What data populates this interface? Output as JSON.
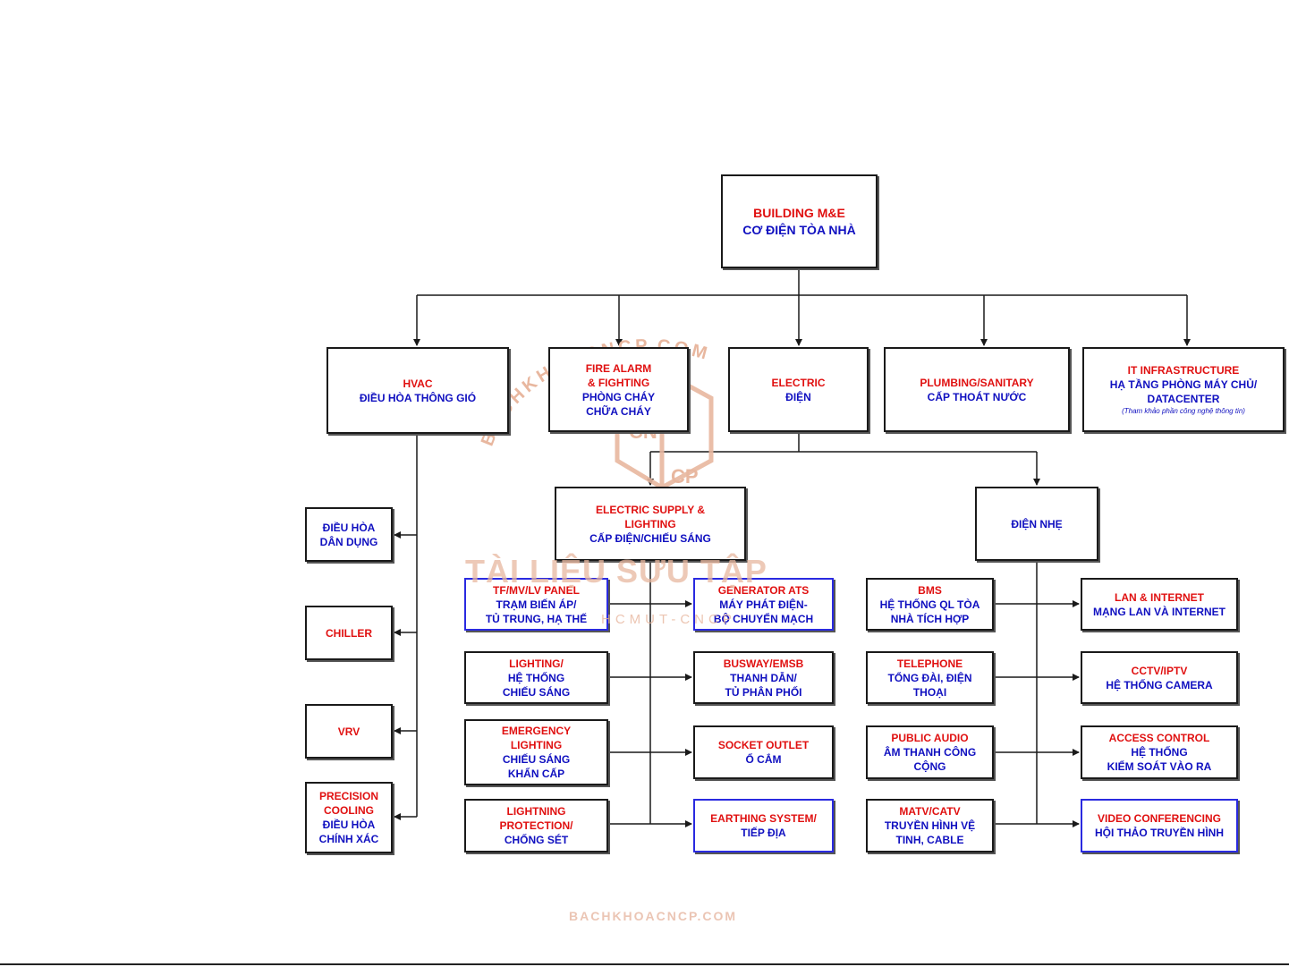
{
  "root": {
    "en": "BUILDING M&E",
    "vi": "CƠ ĐIỆN TÒA NHÀ"
  },
  "level1": {
    "hvac": {
      "en": "HVAC",
      "vi": "ĐIỀU HÒA THÔNG GIÓ"
    },
    "fire": {
      "en1": "FIRE ALARM",
      "en2": "& FIGHTING",
      "vi1": "PHÒNG CHÁY",
      "vi2": "CHỮA CHÁY"
    },
    "electric": {
      "en": "ELECTRIC",
      "vi": "ĐIỆN"
    },
    "plumbing": {
      "en": "PLUMBING/SANITARY",
      "vi": "CẤP THOÁT NƯỚC"
    },
    "it": {
      "en": "IT INFRASTRUCTURE",
      "vi1": "HẠ TẦNG PHÒNG MÁY CHỦ/",
      "vi2": "DATACENTER",
      "note": "(Tham khảo phần công nghệ thông tin)"
    }
  },
  "hvac_children": {
    "dan_dung": {
      "vi1": "ĐIỀU HÒA",
      "vi2": "DÂN DỤNG"
    },
    "chiller": {
      "en": "CHILLER"
    },
    "vrv": {
      "en": "VRV"
    },
    "precision": {
      "en1": "PRECISION",
      "en2": "COOLING",
      "vi1": "ĐIỀU HÒA",
      "vi2": "CHÍNH XÁC"
    }
  },
  "electric_supply": {
    "en1": "ELECTRIC SUPPLY &",
    "en2": "LIGHTING",
    "vi": "CẤP ĐIỆN/CHIẾU SÁNG"
  },
  "dien_nhe": {
    "vi": "ĐIỆN NHẸ"
  },
  "supply_left": [
    {
      "en": "TF/MV/LV PANEL",
      "vi1": "TRẠM BIẾN ÁP/",
      "vi2": "TỦ TRUNG, HẠ THẾ"
    },
    {
      "en": "LIGHTING/",
      "vi1": "HỆ THỐNG",
      "vi2": "CHIẾU SÁNG"
    },
    {
      "en1": "EMERGENCY",
      "en2": "LIGHTING",
      "vi1": "CHIẾU SÁNG",
      "vi2": "KHẨN CẤP"
    },
    {
      "en1": "LIGHTNING",
      "en2": "PROTECTION/",
      "vi": "CHỐNG SÉT"
    }
  ],
  "supply_right": [
    {
      "en": "GENERATOR ATS",
      "vi1": "MÁY PHÁT ĐIỆN-",
      "vi2": "BỘ CHUYỂN MẠCH"
    },
    {
      "en": "BUSWAY/EMSB",
      "vi1": "THANH DẪN/",
      "vi2": "TỦ PHÂN PHỐI"
    },
    {
      "en": "SOCKET OUTLET",
      "vi": "Ổ CẮM"
    },
    {
      "en": "EARTHING SYSTEM/",
      "vi": "TIẾP ĐỊA"
    }
  ],
  "lv_left": [
    {
      "en": "BMS",
      "vi1": "HỆ THỐNG QL TÒA",
      "vi2": "NHÀ TÍCH HỢP"
    },
    {
      "en": "TELEPHONE",
      "vi1": "TỔNG ĐÀI, ĐIỆN",
      "vi2": "THOẠI"
    },
    {
      "en": "PUBLIC AUDIO",
      "vi1": "ÂM THANH CÔNG",
      "vi2": "CỘNG"
    },
    {
      "en": "MATV/CATV",
      "vi1": "TRUYỀN HÌNH VỆ",
      "vi2": "TINH, CABLE"
    }
  ],
  "lv_right": [
    {
      "en": "LAN & INTERNET",
      "vi": "MẠNG LAN VÀ INTERNET"
    },
    {
      "en": "CCTV/IPTV",
      "vi": "HỆ THỐNG CAMERA"
    },
    {
      "en": "ACCESS CONTROL",
      "vi1": "HỆ THỐNG",
      "vi2": "KIỂM SOÁT VÀO RA"
    },
    {
      "en": "VIDEO CONFERENCING",
      "vi": "HỘI THẢO TRUYỀN HÌNH"
    }
  ],
  "watermark": {
    "arc": "BACHKHOACNCP.COM",
    "logo_cn": "CN",
    "logo_cp": "CP",
    "center": "TÀI LIỆU SƯU TẬP",
    "sub": "HCMUT-CNCP",
    "footer": "BACHKHOACNCP.COM"
  },
  "colors": {
    "en_text": "#e01010",
    "vi_text": "#1010c0",
    "watermark": "#e8b79f",
    "line": "#1a1a1a"
  }
}
